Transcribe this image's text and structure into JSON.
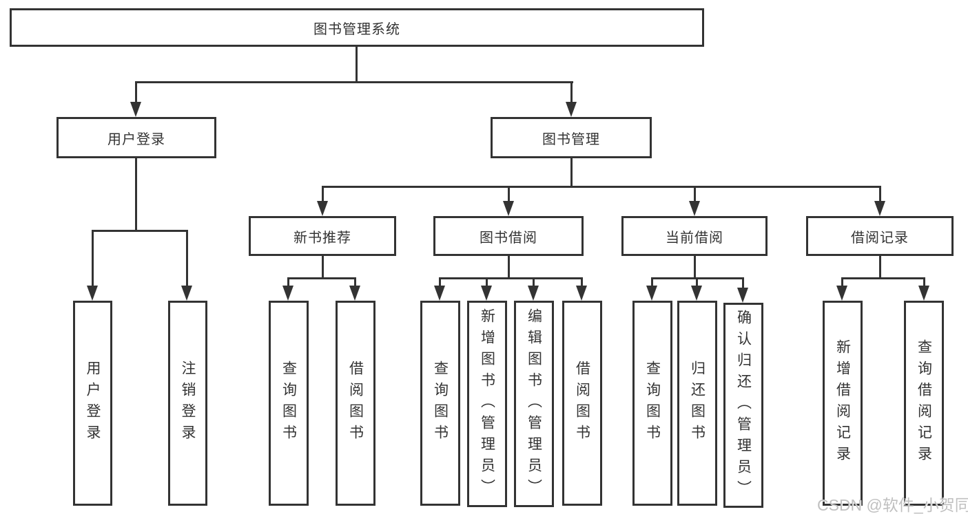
{
  "tree": {
    "root": {
      "label": "图书管理系统"
    },
    "children": [
      {
        "label": "用户登录",
        "children": [
          {
            "label": "用户登录"
          },
          {
            "label": "注销登录"
          }
        ]
      },
      {
        "label": "图书管理",
        "children": [
          {
            "label": "新书推荐",
            "children": [
              {
                "label": "查询图书"
              },
              {
                "label": "借阅图书"
              }
            ]
          },
          {
            "label": "图书借阅",
            "children": [
              {
                "label": "查询图书"
              },
              {
                "label": "新增图书（管理员）"
              },
              {
                "label": "编辑图书（管理员）"
              },
              {
                "label": "借阅图书"
              }
            ]
          },
          {
            "label": "当前借阅",
            "children": [
              {
                "label": "查询图书"
              },
              {
                "label": "归还图书"
              },
              {
                "label": "确认归还（管理员）"
              }
            ]
          },
          {
            "label": "借阅记录",
            "children": [
              {
                "label": "新增借阅记录"
              },
              {
                "label": "查询借阅记录"
              }
            ]
          }
        ]
      }
    ]
  },
  "watermark": {
    "label": "CSDN @软件_小贺同学"
  },
  "colors": {
    "line": "#333333",
    "box_border": "#333333",
    "text": "#333333",
    "background": "#ffffff",
    "watermark": "#c0c0c0"
  }
}
